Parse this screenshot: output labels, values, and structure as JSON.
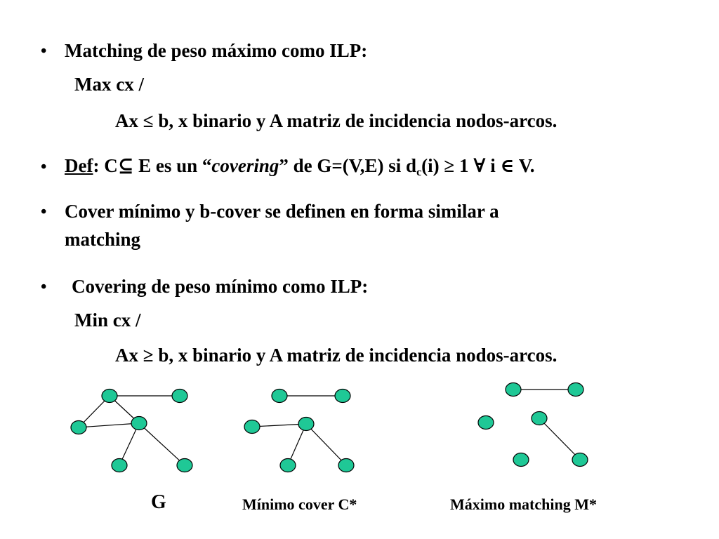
{
  "slide": {
    "b1": {
      "bullet": "•",
      "text": "Matching de peso máximo como ILP:",
      "obj": "Max cx /",
      "constraint": "Ax ≤ b, x binario y A matriz de incidencia nodos-arcos."
    },
    "b2": {
      "bullet": "•",
      "def": "Def",
      "t1": ": C",
      "subseteq": "⊆",
      "t2": " E es un  “",
      "covering": "covering",
      "t3": "” de G=(V,E) si d",
      "sub": "c",
      "t4": "(i) ≥ 1 ∀ i ∈ V."
    },
    "b3": {
      "bullet": "•",
      "line1": "Cover mínimo y b-cover se definen en forma similar a",
      "line2": "matching"
    },
    "b4": {
      "bullet": "•",
      "text": "Covering de peso mínimo como ILP:",
      "obj": "Min cx /",
      "constraint": "Ax ≥ b, x binario y A matriz de incidencia nodos-arcos."
    }
  },
  "graphs": {
    "node_color": "#1fc896",
    "captions": [
      "G",
      "Mínimo cover C*",
      "Máximo matching M*"
    ]
  }
}
